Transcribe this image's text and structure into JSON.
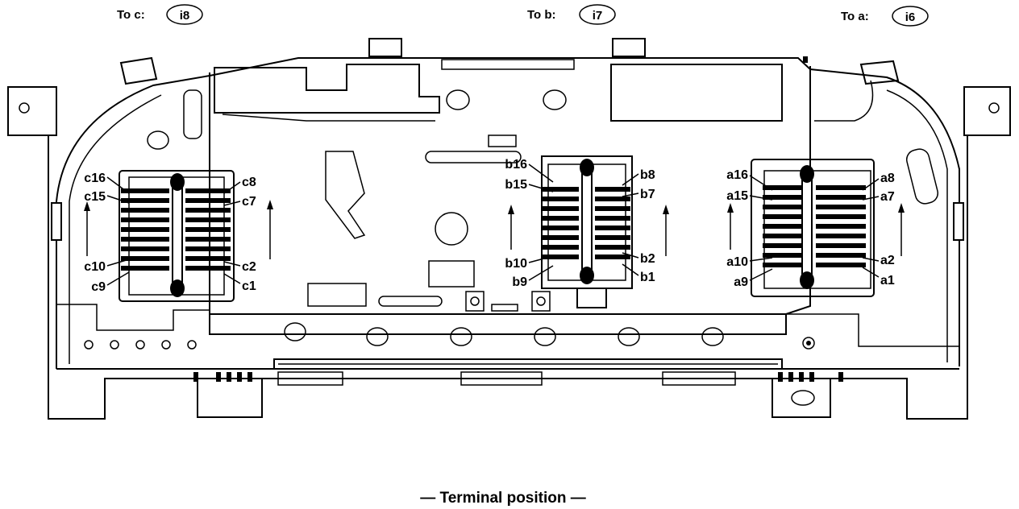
{
  "title": "— Terminal position —",
  "connectors": {
    "c": {
      "heading": "To c:",
      "ref": "i8",
      "pins": {
        "top_left": "c16",
        "upper_left": "c15",
        "top_right": "c8",
        "upper_right": "c7",
        "lower_left": "c10",
        "bottom_left": "c9",
        "lower_right": "c2",
        "bottom_right": "c1"
      }
    },
    "b": {
      "heading": "To b:",
      "ref": "i7",
      "pins": {
        "top_left": "b16",
        "upper_left": "b15",
        "top_right": "b8",
        "upper_right": "b7",
        "lower_left": "b10",
        "bottom_left": "b9",
        "lower_right": "b2",
        "bottom_right": "b1"
      }
    },
    "a": {
      "heading": "To a:",
      "ref": "i6",
      "pins": {
        "top_left": "a16",
        "upper_left": "a15",
        "top_right": "a8",
        "upper_right": "a7",
        "lower_left": "a10",
        "bottom_left": "a9",
        "lower_right": "a2",
        "bottom_right": "a1"
      }
    }
  }
}
